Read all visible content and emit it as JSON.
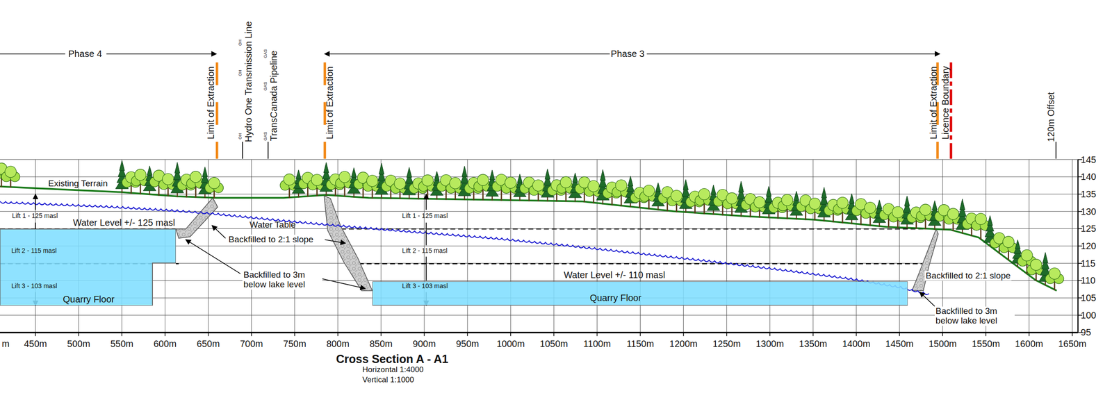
{
  "diagram": {
    "title": "Cross Section A - A1",
    "nodes": [
      {
        "text": [
          "Quarry Floor"
        ]
      },
      {
        "text": [
          "Quarry Floor"
        ]
      }
    ],
    "labels": [
      "Phase 4",
      "Limit of Extraction",
      "OH",
      "OH",
      "OH",
      "GAS",
      "GAS",
      "GAS",
      "Hydro One Transmission Line",
      "TransCanada Pipeline",
      "Limit of Extraction",
      "Phase 3",
      "Limit of Extraction",
      "Licence Boundary",
      "120m Offset",
      "Existing Terrain",
      "Lift 1 - 125 masl",
      "Water Level +/- 125 masl",
      "Water Table",
      "Lift 1 - 125 masl",
      "Backfilled to 2:1 slope",
      "Lift 2 - 115 masl",
      "Lift 2 - 115 masl",
      "Backfilled to 3m below lake level",
      "Water Level +/- 110 masl",
      "Backfilled to 2:1 slope",
      "Lift 3 - 103 masl",
      "Lift 3 - 103 masl",
      "Backfilled to 3m below lake level",
      "m",
      "450m",
      "500m",
      "550m",
      "600m",
      "650m",
      "700m",
      "750m",
      "800m",
      "850m",
      "900m",
      "950m",
      "1000m",
      "1050m",
      "1100m",
      "1150m",
      "1200m",
      "1250m",
      "1300m",
      "1350m",
      "1400m",
      "1450m",
      "1500m",
      "1550m",
      "1600m",
      "1650m",
      "145",
      "140",
      "135",
      "130",
      "125",
      "120",
      "115",
      "110",
      "105",
      "100",
      "95",
      "Horizontal 1:4000",
      "Vertical 1:1000"
    ]
  }
}
